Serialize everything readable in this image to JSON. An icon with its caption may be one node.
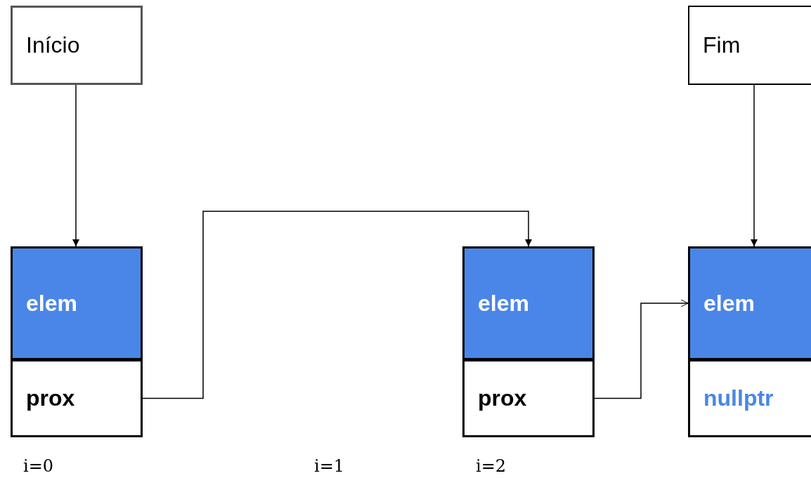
{
  "diagram": {
    "nodes": [
      {
        "text": [
          "Início"
        ]
      },
      {
        "text": [
          "Fim"
        ]
      },
      {
        "text": [
          "elem"
        ]
      },
      {
        "text": [
          "prox"
        ]
      },
      {
        "text": [
          "elem"
        ]
      },
      {
        "text": [
          "prox"
        ]
      },
      {
        "text": [
          "elem"
        ]
      },
      {
        "text": [
          "nullptr"
        ]
      }
    ],
    "edges": [
      {
        "from": 0,
        "to": 2,
        "arrow": "to"
      },
      {
        "from": 3,
        "to": 4,
        "arrow": "to"
      },
      {
        "from": 5,
        "to": 6,
        "arrow": "to"
      },
      {
        "from": 1,
        "to": 6,
        "arrow": "to"
      }
    ],
    "labels": [
      "i=0",
      "i=1",
      "i=2"
    ]
  }
}
